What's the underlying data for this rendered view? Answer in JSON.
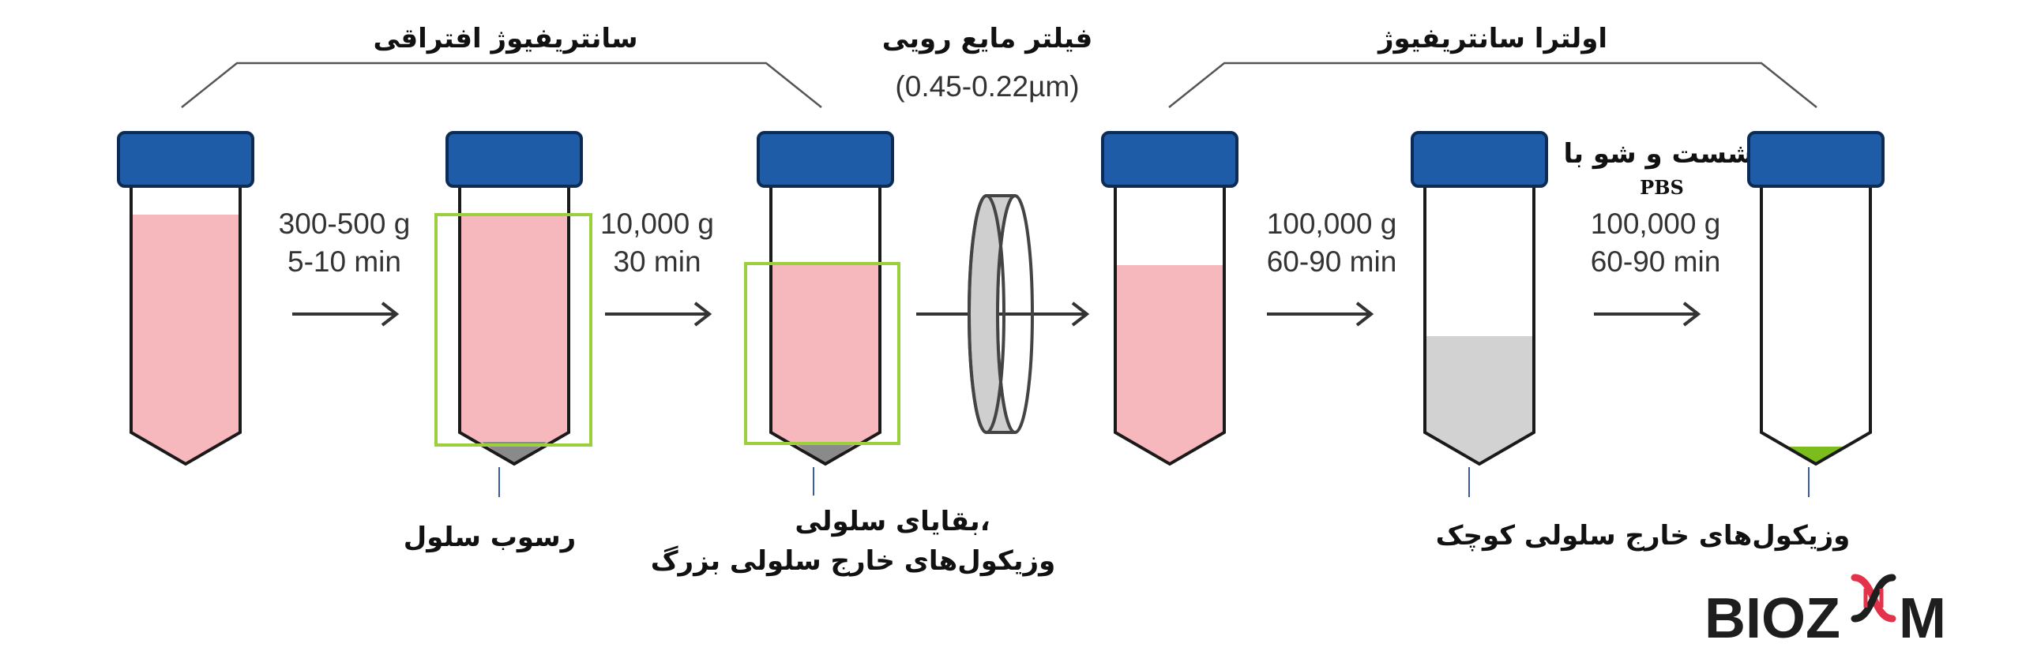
{
  "headings": {
    "differential_centrifuge": "سانتریفیوژ افتراقی",
    "filtration": "فیلتر مایع رویی",
    "filtration_size": "(0.45-0.22µm)",
    "ultracentrifuge": "اولترا سانتریفیوژ"
  },
  "steps": [
    {
      "g": "300-500 g",
      "time": "5-10 min"
    },
    {
      "g": "10,000 g",
      "time": "30 min"
    },
    {
      "g": "100,000 g",
      "time": "60-90 min"
    },
    {
      "wash": "شست و شو با",
      "wash_agent": "PBS",
      "g": "100,000 g",
      "time": "60-90 min"
    }
  ],
  "labels": {
    "cell_pellet": "رسوب سلول",
    "debris_line1": "بقایای سلولی،",
    "debris_line2": "وزیکول‌های خارج سلولی بزرگ",
    "small_ev": "وزیکول‌های خارج سلولی کوچک"
  },
  "logo": {
    "text_left": "BIOZ",
    "text_right": "M"
  },
  "colors": {
    "cap": "#1f5ca8",
    "sample_pink": "#f6b8bc",
    "supernatant_gray": "#d2d2d2",
    "pellet_gray": "#8a8a8a",
    "ev_green": "#7cbd1e",
    "highlight_box": "#9ccf3c",
    "logo_accent": "#e2334a"
  }
}
